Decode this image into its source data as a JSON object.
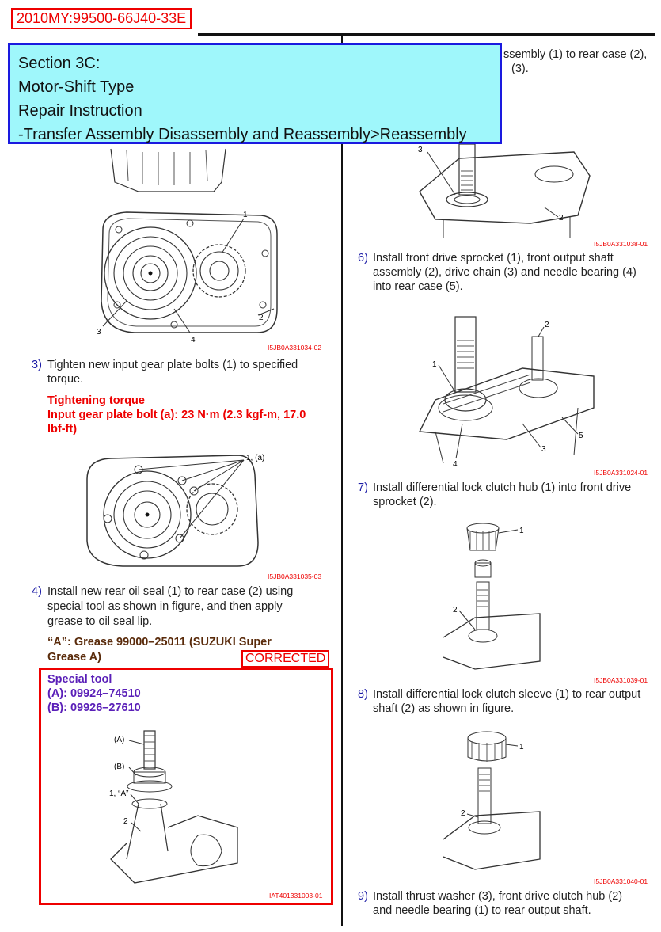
{
  "header": {
    "doc_id": "2010MY:99500-66J40-33E",
    "section": [
      "Section 3C:",
      "Motor-Shift Type",
      "Repair Instruction",
      "-Transfer Assembly Disassembly and Reassembly>Reassembly"
    ]
  },
  "right_top": {
    "line1": "ssembly (1) to rear case (2),",
    "line2": "(3)."
  },
  "left": {
    "fig1_code": "I5JB0A331034-02",
    "fig1_labels": [
      "1",
      "2",
      "3",
      "4"
    ],
    "step3_num": "3)",
    "step3_l1": "Tighten new input gear plate bolts (1) to specified",
    "step3_l2": "torque.",
    "torque_title": "Tightening torque",
    "torque_l1": "Input gear plate bolt (a):  23 N·m (2.3 kgf-m, 17.0",
    "torque_l2": "lbf-ft)",
    "fig2_code": "I5JB0A331035-03",
    "fig2_label": "1, (a)",
    "step4_num": "4)",
    "step4_l1": "Install new rear oil seal (1) to rear case (2) using",
    "step4_l2": "special tool as shown in figure, and then apply",
    "step4_l3": "grease to oil seal lip.",
    "grease_l1": "“A”:  Grease 99000–25011 (SUZUKI Super",
    "grease_l2": "Grease A)",
    "corrected": "CORRECTED",
    "special_tool": "Special tool",
    "tool_a": "(A):  09924–74510",
    "tool_b": "(B):  09926–27610",
    "fig3_code": "IAT401331003-01",
    "fig3_labels": [
      "(A)",
      "(B)",
      "1, “A”",
      "2"
    ]
  },
  "right": {
    "fig1_code": "I5JB0A331038-01",
    "fig1_labels": [
      "3",
      "2"
    ],
    "step6_num": "6)",
    "step6_l1": "Install front drive sprocket (1), front output shaft",
    "step6_l2": "assembly (2), drive chain (3) and needle bearing (4)",
    "step6_l3": "into rear case (5).",
    "fig2_code": "I5JB0A331024-01",
    "fig2_labels": [
      "2",
      "1",
      "5",
      "3",
      "4"
    ],
    "step7_num": "7)",
    "step7_l1": "Install differential lock clutch hub (1) into front drive",
    "step7_l2": "sprocket (2).",
    "fig3_code": "I5JB0A331039-01",
    "fig3_labels": [
      "1",
      "2"
    ],
    "step8_num": "8)",
    "step8_l1": "Install differential lock clutch sleeve (1) to rear output",
    "step8_l2": "shaft (2) as shown in figure.",
    "fig4_code": "I5JB0A331040-01",
    "fig4_labels": [
      "1",
      "2"
    ],
    "step9_num": "9)",
    "step9_l1": "Install thrust washer (3), front drive clutch hub (2)",
    "step9_l2": "and needle bearing (1) to rear output shaft."
  },
  "colors": {
    "red": "#e00000",
    "blue_border": "#1a1adf",
    "cyan_fill": "#9ff7fb",
    "purple": "#5a1fb8",
    "brown": "#5a2b0b"
  }
}
